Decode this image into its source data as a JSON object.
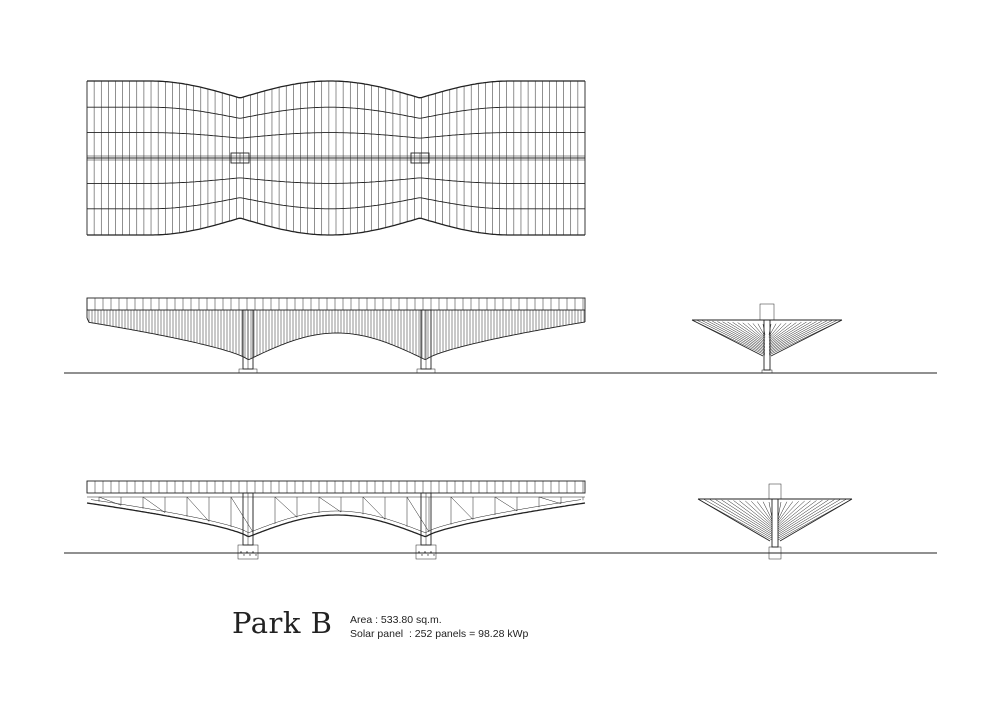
{
  "caption": {
    "title": "Park B",
    "area": "Area : 533.80 sq.m.",
    "solar": "Solar panel  : 252 panels = 98.28 kWp"
  },
  "views": [
    {
      "name": "roof-plan"
    },
    {
      "name": "side-elevation"
    },
    {
      "name": "end-elevation"
    },
    {
      "name": "side-section"
    },
    {
      "name": "end-section"
    }
  ],
  "colors": {
    "line": "#222222",
    "background": "#ffffff"
  }
}
